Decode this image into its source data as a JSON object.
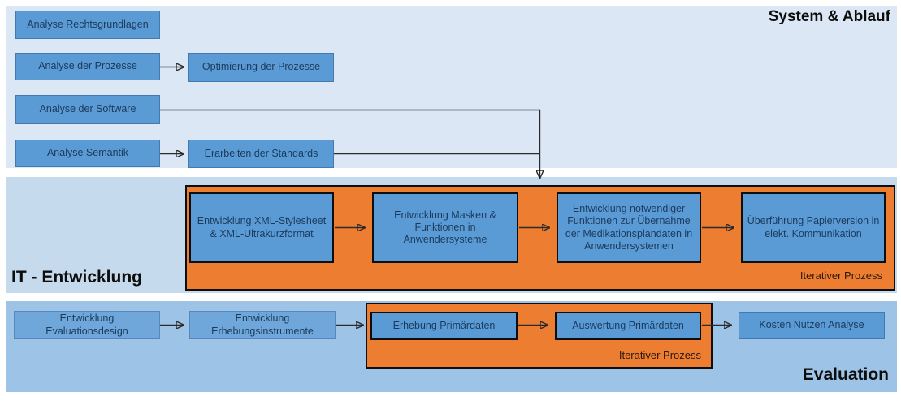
{
  "colors": {
    "band_system_bg": "#dbe7f4",
    "band_it_bg": "#c6daee",
    "band_eval_bg": "#9dc3e6",
    "box_blue": "#5b9bd5",
    "box_blue_light": "#6fa7da",
    "orange": "#ed7d31",
    "text_navy": "#1b3a5c",
    "title_black": "#0d0d0d",
    "iter_text": "#2a190d"
  },
  "system": {
    "title": "System & Ablauf",
    "boxes": {
      "rechtsgrundlagen": "Analyse Rechtsgrundlagen",
      "prozesse": "Analyse der Prozesse",
      "optimierung": "Optimierung der Prozesse",
      "software": "Analyse der Software",
      "semantik": "Analyse Semantik",
      "standards": "Erarbeiten der Standards"
    }
  },
  "it": {
    "title": "IT - Entwicklung",
    "iterative_label": "Iterativer Prozess",
    "boxes": {
      "xml": "Entwicklung XML-Stylesheet & XML-Ultrakurzformat",
      "masken": "Entwicklung Masken & Funktionen in Anwendersysteme",
      "uebernahme": "Entwicklung  notwendiger Funktionen zur Übernahme der Medikationsplandaten in Anwendersystemen",
      "ueberfuehrung": "Überführung Papierversion in elekt. Kommunikation"
    }
  },
  "evaluation": {
    "title": "Evaluation",
    "iterative_label": "Iterativer Prozess",
    "boxes": {
      "design": "Entwicklung Evaluationsdesign",
      "instrumente": "Entwicklung Erhebungsinstrumente",
      "erhebung": "Erhebung Primärdaten",
      "auswertung": "Auswertung Primärdaten",
      "kosten": "Kosten Nutzen Analyse"
    }
  }
}
